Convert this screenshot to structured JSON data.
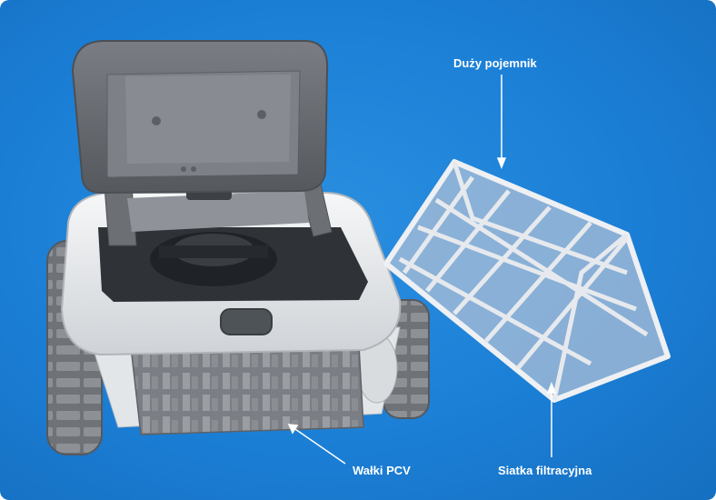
{
  "labels": {
    "container": "Duży pojemnik",
    "filter_mesh": "Siatka filtracyjna",
    "rollers": "Wałki PCV"
  },
  "colors": {
    "background": "#1b7fd6",
    "label_text": "#ffffff",
    "robot_body": "#eef0f2",
    "robot_dark": "#5f6368",
    "lid": "#6a6e74"
  }
}
